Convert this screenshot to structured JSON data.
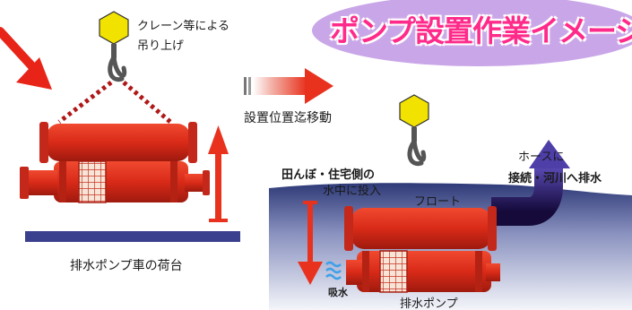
{
  "title": "ポンプ設置作業イメージ",
  "labels": {
    "crane_line1": "クレーン等による",
    "crane_line2": "吊り上げ",
    "move": "設置位置迄移動",
    "truck_bed": "排水ポンプ車の荷台",
    "field_line1": "田んぼ・住宅側の",
    "field_line2": "水中に投入",
    "float": "フロート",
    "hose_line1": "ホースに",
    "hose_line2": "接続・河川へ排水",
    "intake": "吸水",
    "pump": "排水ポンプ"
  },
  "colors": {
    "pump_red": "#e0301e",
    "pump_dark": "#a81e12",
    "hook_yellow": "#f2e200",
    "hook_gray": "#555555",
    "truck_bed": "#3a3f8e",
    "water": "#3e4b86",
    "hose": "#4a3a9e",
    "arrow_red": "#e8321e",
    "title_bg": "#c9a6e8",
    "title_text": "#ff2a8a",
    "intake_waves": "#3fa0e8"
  },
  "icons": [
    "hook-icon",
    "pointer-arrow-icon",
    "move-arrow-icon",
    "lift-arrow-icon",
    "sink-arrow-icon",
    "water-intake-icon",
    "discharge-hose-icon"
  ]
}
